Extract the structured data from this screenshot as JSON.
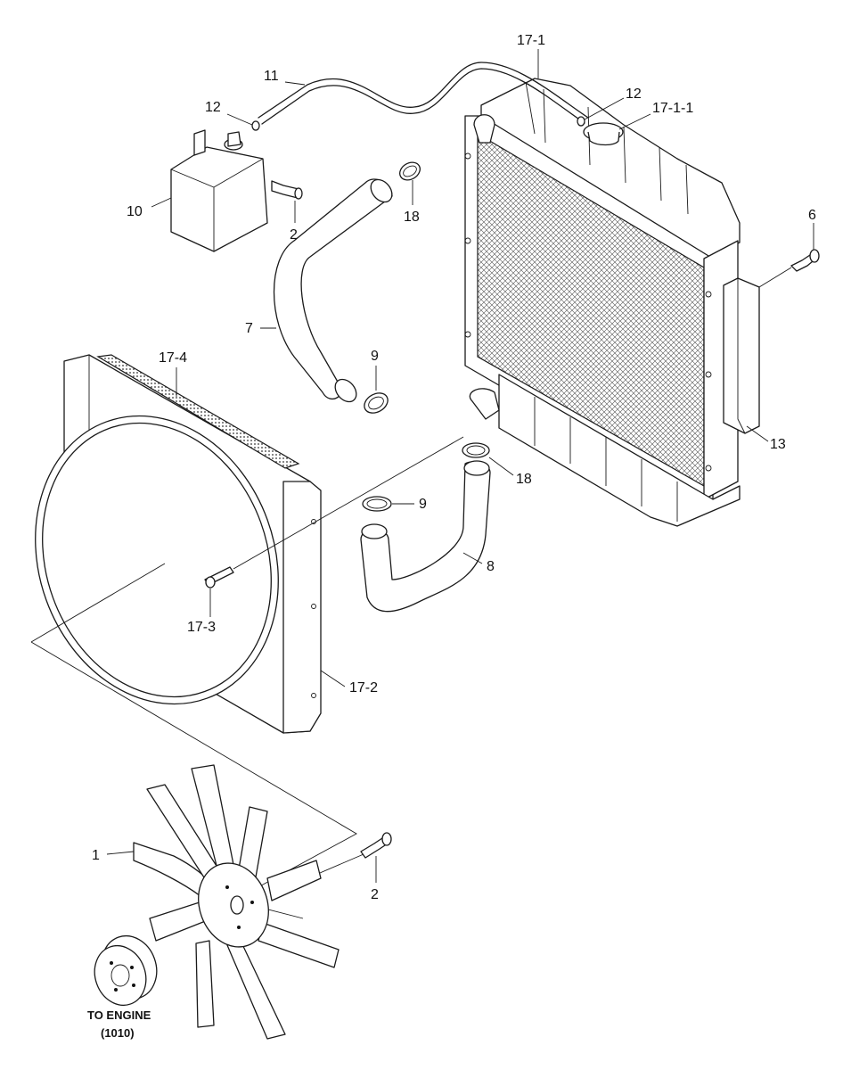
{
  "labels": {
    "l_17_1": "17-1",
    "l_11": "11",
    "l_12a": "12",
    "l_12b": "12",
    "l_17_1_1": "17-1-1",
    "l_10": "10",
    "l_2a": "2",
    "l_18a": "18",
    "l_6": "6",
    "l_7": "7",
    "l_9a": "9",
    "l_17_4": "17-4",
    "l_13": "13",
    "l_18b": "18",
    "l_9b": "9",
    "l_8": "8",
    "l_17_3": "17-3",
    "l_17_2": "17-2",
    "l_1": "1",
    "l_2b": "2",
    "to_engine_line1": "TO ENGINE",
    "to_engine_line2": "(1010)"
  }
}
